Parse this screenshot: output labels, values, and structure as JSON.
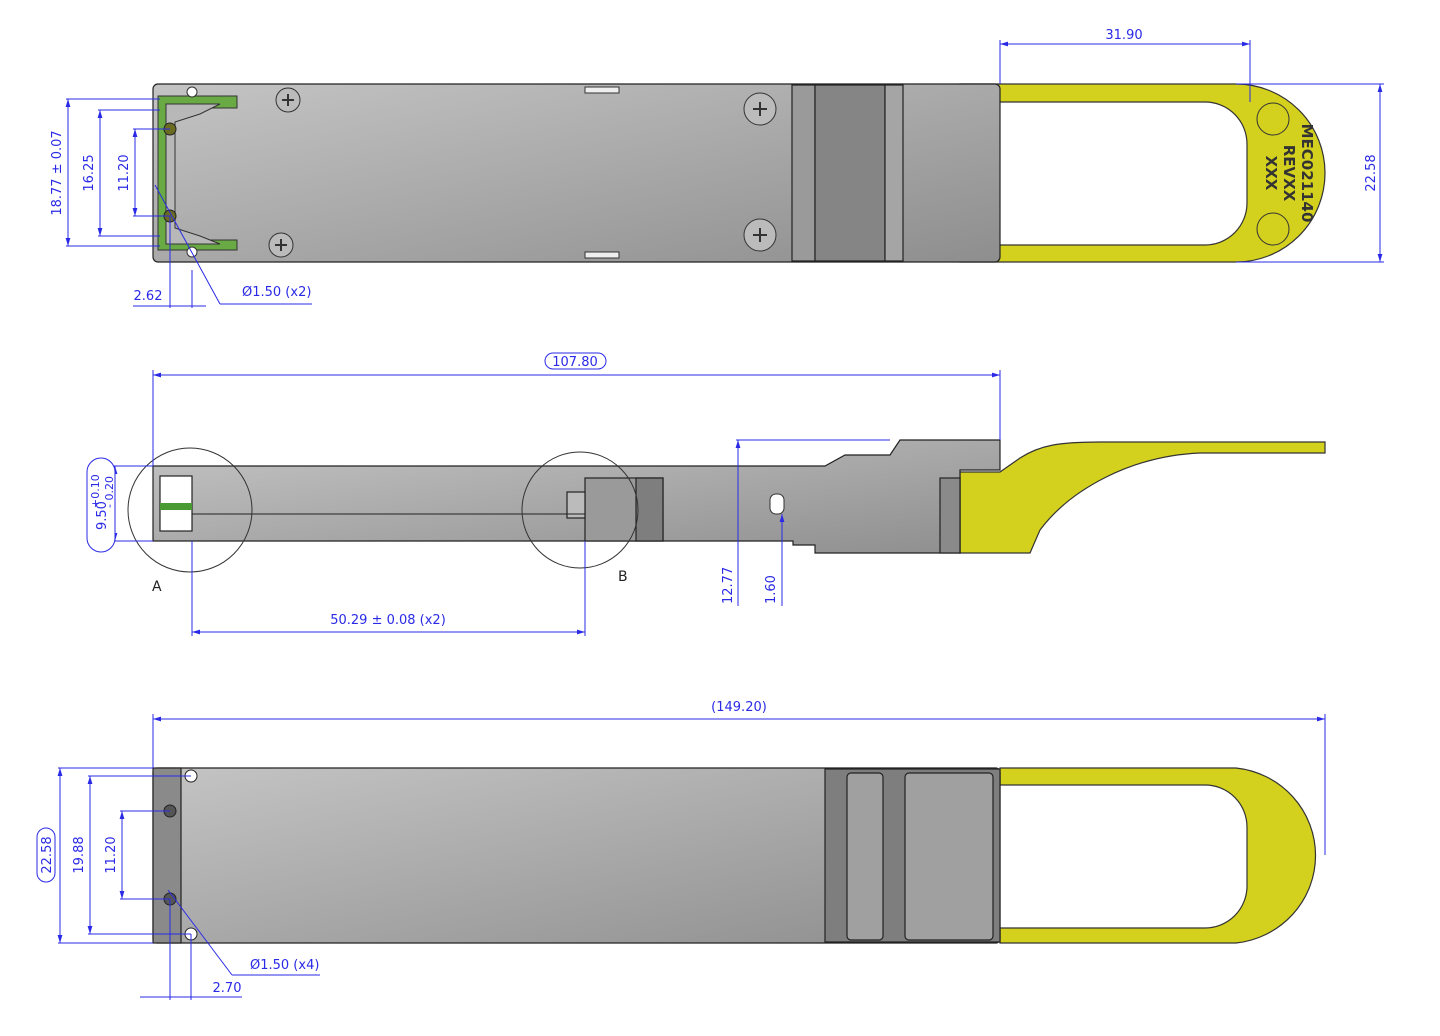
{
  "top_view": {
    "width_handle": "31.90",
    "height_overall": "22.58",
    "pitch_outer": "18.77 ± 0.07",
    "pitch_mid": "16.25",
    "pitch_holes": "11.20",
    "offset": "2.62",
    "hole_dia": "Ø1.50 (x2)",
    "engraving": [
      "MEC021140",
      "REVXX",
      "XXX"
    ]
  },
  "side_view": {
    "length_body": "107.80",
    "thickness_tol_plus": "+0.10",
    "thickness_tol_minus": "- 0.20",
    "thickness": "9.50",
    "detail_a": "A",
    "detail_b": "B",
    "hole_spacing": "50.29 ± 0.08 (x2)",
    "height_1": "12.77",
    "height_2": "1.60"
  },
  "bottom_view": {
    "length_overall": "(149.20)",
    "height_overall": "22.58",
    "pitch_outer": "19.88",
    "pitch_holes": "11.20",
    "hole_dia": "Ø1.50 (x4)",
    "offset": "2.70"
  },
  "colors": {
    "dimension": "#2a2ae6",
    "handle": "#d4d01e",
    "body": "#a8a8a8"
  }
}
